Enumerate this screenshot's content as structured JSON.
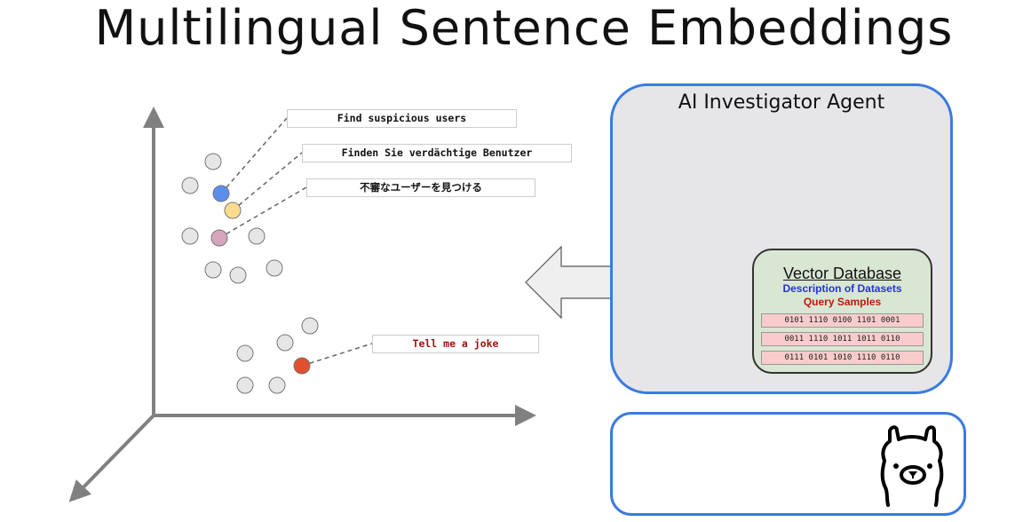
{
  "title": "Multilingual Sentence Embeddings",
  "labels": {
    "en": "Find suspicious users",
    "de": "Finden Sie verdächtige Benutzer",
    "ja": "不審なユーザーを見つける",
    "joke": "Tell me a joke"
  },
  "agent": {
    "title": "AI Investigator Agent"
  },
  "vector_db": {
    "title": "Vector Database",
    "description": "Description of Datasets",
    "query": "Query Samples",
    "rows": [
      "0101 1110 0100 1101 0001",
      "0011 1110 1011 1011 0110",
      "0111 0101 1010 1110 0110"
    ]
  },
  "colors": {
    "accent": "#3b7be0",
    "blue_point": "#5b8def",
    "yellow_point": "#fbdc8e",
    "pink_point": "#d5a6bd",
    "red_point": "#e0502e"
  }
}
